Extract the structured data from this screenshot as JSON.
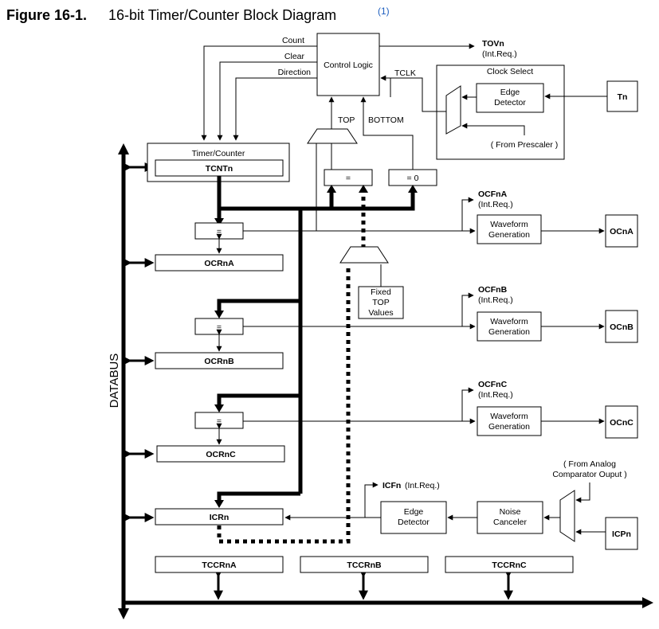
{
  "figure": {
    "number": "Figure 16-1.",
    "title": "16-bit Timer/Counter Block Diagram",
    "footnote": "(1)"
  },
  "control": {
    "title": "Control Logic",
    "count": "Count",
    "clear": "Clear",
    "direction": "Direction",
    "tovn": "TOVn",
    "tovn_req": "(Int.Req.)",
    "tclk": "TCLK",
    "top": "TOP",
    "bottom": "BOTTOM"
  },
  "clock_select": {
    "title": "Clock Select",
    "edge_line1": "Edge",
    "edge_line2": "Detector",
    "prescaler": "( From Prescaler )",
    "tn": "Tn"
  },
  "counter": {
    "title": "Timer/Counter",
    "register": "TCNTn",
    "eq": "=",
    "eq_zero": "= 0"
  },
  "fixed_top": {
    "line1": "Fixed",
    "line2": "TOP",
    "line3": "Values"
  },
  "channels": [
    {
      "eq": "=",
      "ocr": "OCRnA",
      "flag": "OCFnA",
      "req": "(Int.Req.)",
      "wave1": "Waveform",
      "wave2": "Generation",
      "pin": "OCnA"
    },
    {
      "eq": "=",
      "ocr": "OCRnB",
      "flag": "OCFnB",
      "req": "(Int.Req.)",
      "wave1": "Waveform",
      "wave2": "Generation",
      "pin": "OCnB"
    },
    {
      "eq": "=",
      "ocr": "OCRnC",
      "flag": "OCFnC",
      "req": "(Int.Req.)",
      "wave1": "Waveform",
      "wave2": "Generation",
      "pin": "OCnC"
    }
  ],
  "capture": {
    "flag": "ICFn",
    "req": "(Int.Req.)",
    "edge_line1": "Edge",
    "edge_line2": "Detector",
    "noise1": "Noise",
    "noise2": "Canceler",
    "analog1": "( From Analog",
    "analog2": "Comparator Ouput )",
    "pin": "ICPn",
    "register": "ICRn"
  },
  "control_regs": [
    "TCCRnA",
    "TCCRnB",
    "TCCRnC"
  ],
  "databus": "DATABUS"
}
